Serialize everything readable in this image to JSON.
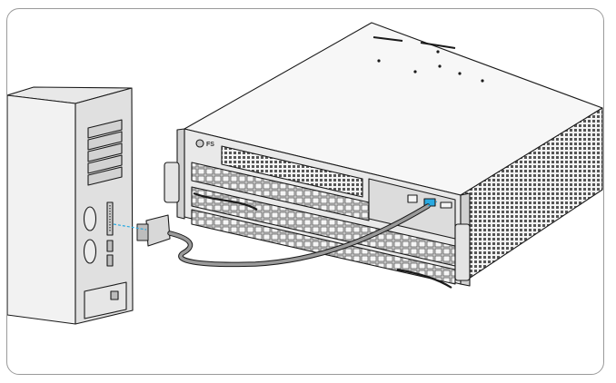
{
  "figure": {
    "brand_label": "FS",
    "colors": {
      "line": "#1a1a1a",
      "light_fill": "#f0f0f0",
      "mid_fill": "#d6d6d6",
      "dark_fill": "#9a9a9a",
      "cable": "#8a8a8a",
      "signal": "#29a9e1"
    },
    "components": [
      {
        "name": "desktop-computer",
        "icon": "tower-pc-icon"
      },
      {
        "name": "console-cable",
        "icon": "db9-serial-cable-icon"
      },
      {
        "name": "chassis-switch",
        "icon": "network-chassis-icon"
      }
    ]
  }
}
